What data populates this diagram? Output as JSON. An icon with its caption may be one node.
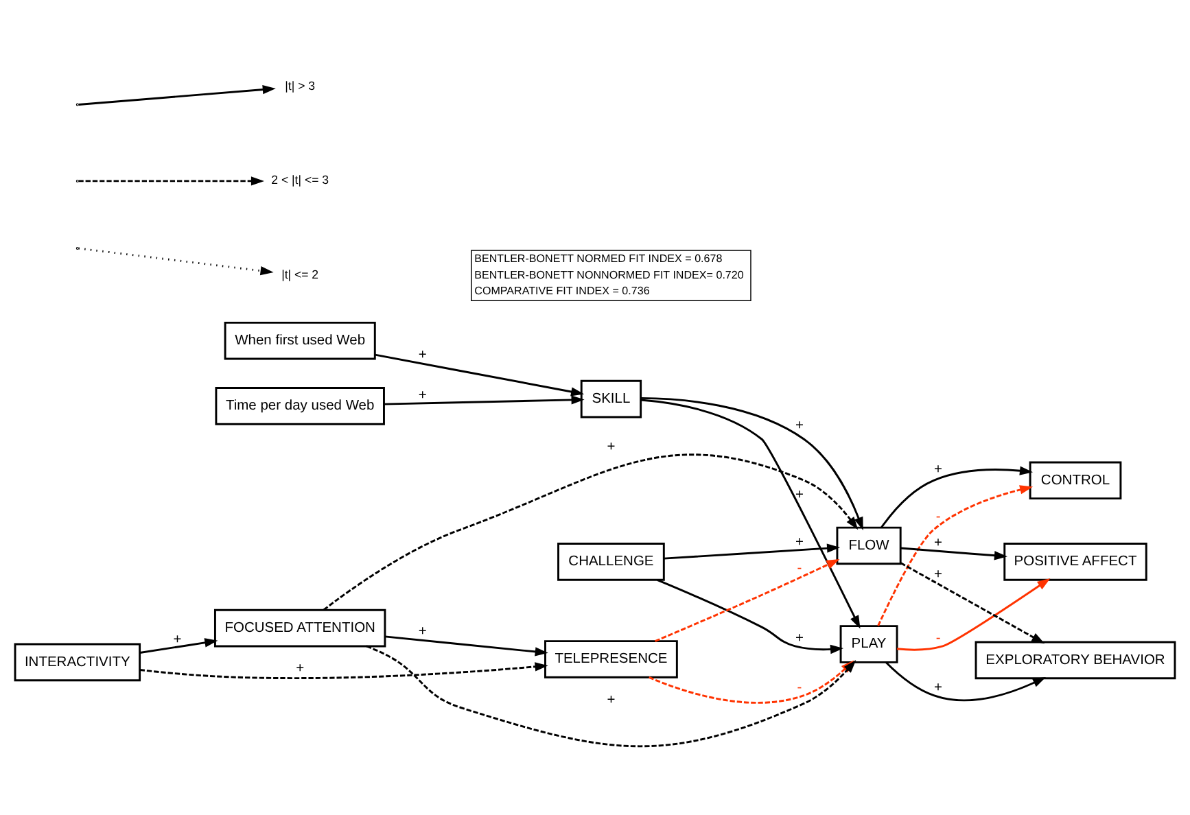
{
  "diagram": {
    "nodes": [
      {
        "text": [
          "When first used Web"
        ]
      },
      {
        "text": [
          "Time per day used Web"
        ]
      },
      {
        "text": [
          "SKILL"
        ]
      },
      {
        "text": [
          "CHALLENGE"
        ]
      },
      {
        "text": [
          "PLAY"
        ]
      },
      {
        "text": [
          "TELEPRESENCE"
        ]
      },
      {
        "text": [
          "FLOW"
        ]
      },
      {
        "text": [
          "INTERACTIVITY"
        ]
      },
      {
        "text": [
          "FOCUSED ATTENTION"
        ]
      },
      {
        "text": [
          "CONTROL"
        ]
      },
      {
        "text": [
          "POSITIVE AFFECT"
        ]
      },
      {
        "text": [
          "EXPLORATORY BEHAVIOR"
        ]
      }
    ],
    "edges": [
      {
        "from": 0,
        "to": 2,
        "arrow": "to",
        "label": "+"
      },
      {
        "from": 1,
        "to": 2,
        "arrow": "to",
        "label": "+"
      },
      {
        "from": 2,
        "to": 4,
        "arrow": "to",
        "label": "+"
      },
      {
        "from": 2,
        "to": 6,
        "arrow": "to",
        "label": "+"
      },
      {
        "from": 3,
        "to": 4,
        "arrow": "to",
        "label": "+"
      },
      {
        "from": 3,
        "to": 6,
        "arrow": "to",
        "label": "+"
      },
      {
        "from": 5,
        "to": 4,
        "arrow": "to",
        "label": "-",
        "style": "dashed",
        "color": "#ff3300"
      },
      {
        "from": 5,
        "to": 6,
        "arrow": "to",
        "label": "-",
        "style": "dashed",
        "color": "#ff3300"
      },
      {
        "from": 7,
        "to": 5,
        "arrow": "to",
        "label": "+",
        "style": "dashed"
      },
      {
        "from": 7,
        "to": 8,
        "arrow": "to",
        "label": "+"
      },
      {
        "from": 8,
        "to": 5,
        "arrow": "to",
        "label": "+"
      },
      {
        "from": 8,
        "to": 4,
        "arrow": "to",
        "label": "+",
        "style": "dashed"
      },
      {
        "from": 8,
        "to": 6,
        "arrow": "to",
        "label": "+",
        "style": "dashed"
      },
      {
        "from": 4,
        "to": 9,
        "arrow": "to",
        "label": "-",
        "style": "dashed",
        "color": "#ff3300"
      },
      {
        "from": 4,
        "to": 10,
        "arrow": "to",
        "label": "-",
        "color": "#ff3300"
      },
      {
        "from": 4,
        "to": 11,
        "arrow": "to",
        "label": "+"
      },
      {
        "from": 6,
        "to": 9,
        "arrow": "to",
        "label": "+"
      },
      {
        "from": 6,
        "to": 10,
        "arrow": "to",
        "label": "+"
      },
      {
        "from": 6,
        "to": 11,
        "arrow": "to",
        "label": "+",
        "style": "dashed"
      }
    ],
    "labels": [
      "BENTLER-BONETT NORMED FIT INDEX = 0.678",
      "BENTLER-BONETT NONNORMED FIT INDEX= 0.720",
      "COMPARATIVE FIT INDEX = 0.736"
    ],
    "legend": [
      {
        "text": "|t| > 3"
      },
      {
        "text": "2 < |t| <= 3"
      },
      {
        "text": "|t| <= 2"
      }
    ]
  }
}
